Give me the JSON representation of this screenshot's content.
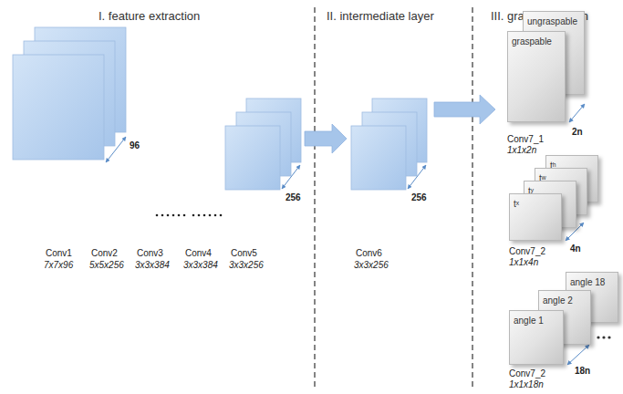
{
  "diagram": {
    "nodes": [
      {
        "text": [
          "graspable"
        ]
      },
      {
        "text": [
          "ungraspable"
        ]
      },
      {
        "text": [
          "tˣ"
        ]
      },
      {
        "text": [
          "tʸ"
        ]
      },
      {
        "text": [
          "tʷ"
        ]
      },
      {
        "text": [
          "tʰ"
        ]
      },
      {
        "text": [
          "angle 1"
        ]
      },
      {
        "text": [
          "angle 2"
        ]
      },
      {
        "text": [
          "angle 18"
        ]
      }
    ],
    "labels": [
      "I. feature extraction",
      "II. intermediate layer",
      "III. grasp detection",
      "96",
      "Conv1",
      "7x7x96",
      "Conv2",
      "5x5x256",
      "Conv3",
      "3x3x384",
      "Conv4",
      "3x3x384",
      "256",
      "Conv5",
      "3x3x256",
      "256",
      "Conv6",
      "3x3x256",
      "2n",
      "Conv7_1",
      "1x1x2n",
      "4n",
      "Conv7_2",
      "1x1x4n",
      "18n",
      "Conv7_2",
      "1x1x18n"
    ]
  }
}
